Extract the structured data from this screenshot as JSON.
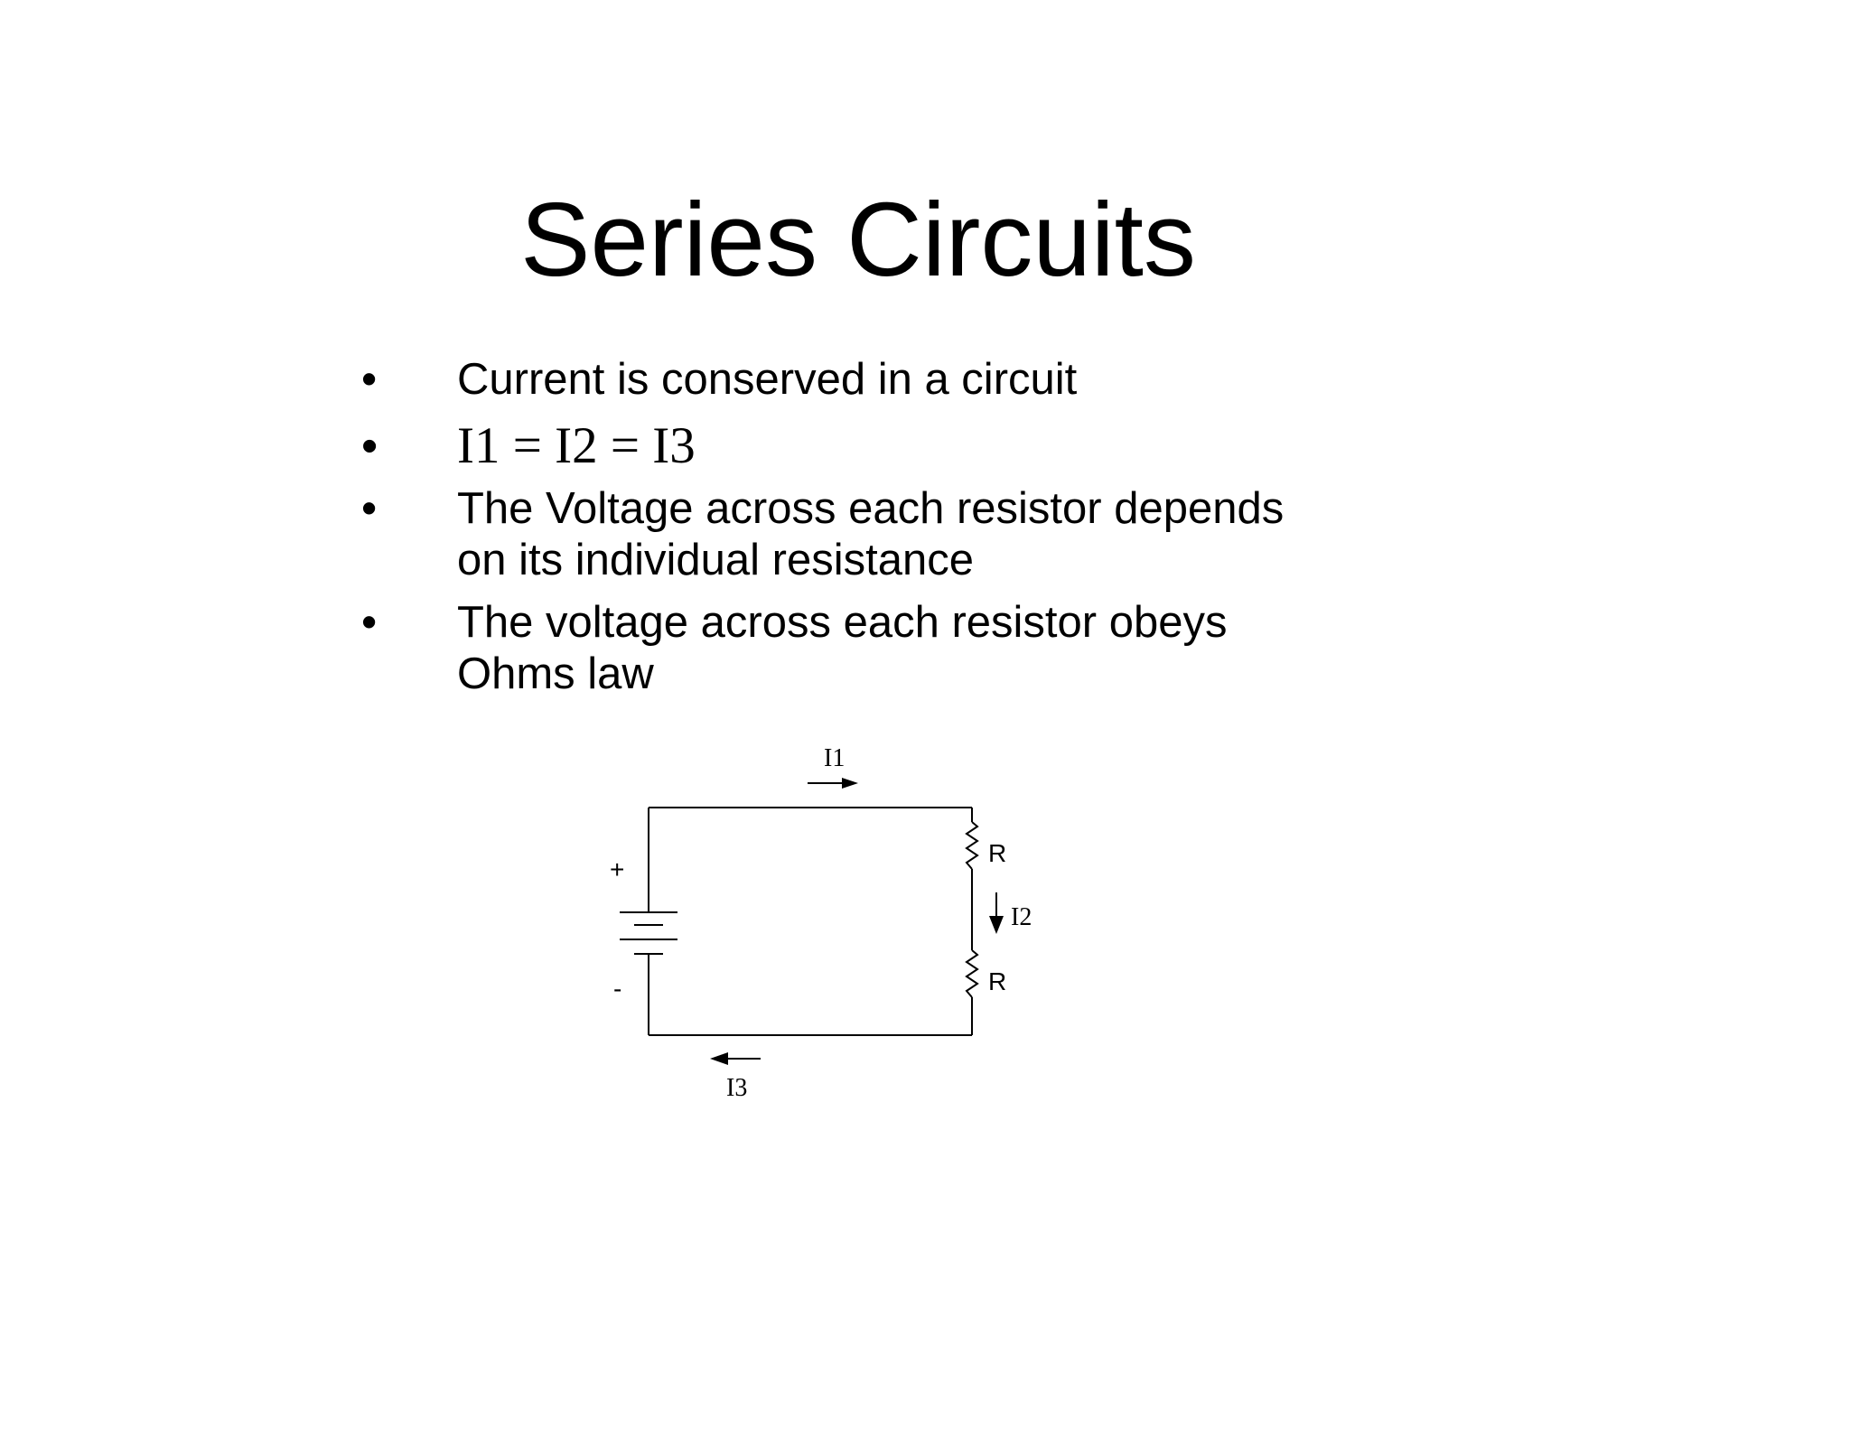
{
  "slide": {
    "title": "Series Circuits",
    "bullets": [
      {
        "marker": "•",
        "lines": [
          "Current is conserved in a circuit"
        ]
      },
      {
        "marker": "•",
        "lines": [
          "I1 = I2 = I3"
        ]
      },
      {
        "marker": "•",
        "lines": [
          "The Voltage across each resistor depends",
          "on its individual resistance"
        ]
      },
      {
        "marker": "•",
        "lines": [
          "The voltage across each resistor obeys",
          "Ohms law"
        ]
      }
    ]
  },
  "circuit": {
    "current_top_label": "I1",
    "current_right_label": "I2",
    "current_bottom_label": "I3",
    "resistor_top_label": "R",
    "resistor_bottom_label": "R",
    "battery_plus_label": "+",
    "battery_minus_label": "-"
  }
}
